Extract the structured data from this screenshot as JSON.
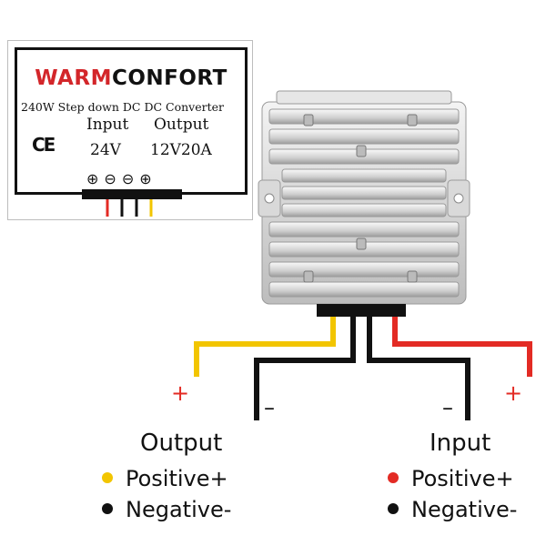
{
  "label": {
    "brand_red": "WARM",
    "brand_black": "CONFORT",
    "subtitle": "240W  Step down DC DC Converter",
    "certification": "CE",
    "input_heading": "Input",
    "output_heading": "Output",
    "input_value": "24V",
    "output_value": "12V20A",
    "terminal_symbols": "⊕⊖⊖⊕"
  },
  "wires": {
    "output_positive_sign": "+",
    "output_negative_sign": "–",
    "input_negative_sign": "–",
    "input_positive_sign": "+"
  },
  "output_legend": {
    "heading": "Output",
    "positive_label": "Positive+",
    "negative_label": "Negative-"
  },
  "input_legend": {
    "heading": "Input",
    "positive_label": "Positive+",
    "negative_label": "Negative-"
  },
  "colors": {
    "positive_output": "#f2c500",
    "positive_input": "#e32b24",
    "negative": "#111111",
    "brand_red": "#d3262a"
  }
}
